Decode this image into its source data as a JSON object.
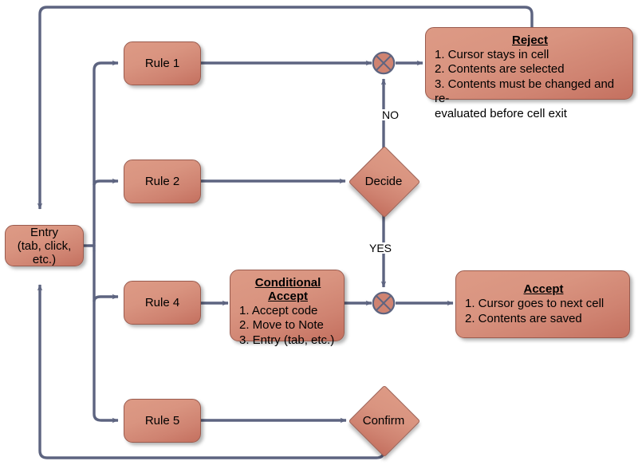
{
  "diagram": {
    "title": "Cell entry rule evaluation flowchart",
    "colors": {
      "node_fill_light": "#dd9a85",
      "node_fill_dark": "#c4705f",
      "node_border": "#9a5b4e",
      "connector": "#5d6480",
      "background": "#ffffff"
    },
    "nodes": {
      "entry": {
        "line1": "Entry",
        "line2": "(tab, click, etc.)"
      },
      "rule1": {
        "label": "Rule 1"
      },
      "rule2": {
        "label": "Rule 2"
      },
      "rule4": {
        "label": "Rule 4"
      },
      "rule5": {
        "label": "Rule 5"
      },
      "decide": {
        "label": "Decide"
      },
      "confirm": {
        "label": "Confirm"
      },
      "reject": {
        "title": "Reject",
        "items": [
          "1. Cursor stays in cell",
          "2. Contents are selected",
          "3. Contents must be changed and re-",
          "evaluated before cell exit"
        ]
      },
      "conditional_accept": {
        "title": "Conditional Accept",
        "items": [
          "1. Accept code",
          "2. Move to Note",
          "3. Entry (tab, etc.)"
        ]
      },
      "accept": {
        "title": "Accept",
        "items": [
          "1. Cursor goes to next cell",
          "2. Contents are saved"
        ]
      }
    },
    "edge_labels": {
      "no": "NO",
      "yes": "YES"
    }
  }
}
